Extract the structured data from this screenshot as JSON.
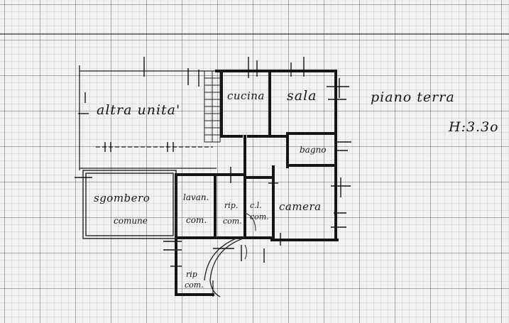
{
  "drawing": {
    "floor_label": "piano terra",
    "height_label": "H:3.3o"
  },
  "rooms": {
    "altra_unita": "altra unita'",
    "cucina": "cucina",
    "sala": "sala",
    "bagno": "bagno",
    "sgombero": "sgombero",
    "sgombero_sub": "comune",
    "lavan": "lavan.",
    "lavan_sub": "com.",
    "rip": "rip.",
    "rip_sub": "com.",
    "cl": "c.l.",
    "cl_sub": "com.",
    "camera": "camera",
    "rip_bottom": "rip",
    "rip_bottom_sub": "com."
  }
}
